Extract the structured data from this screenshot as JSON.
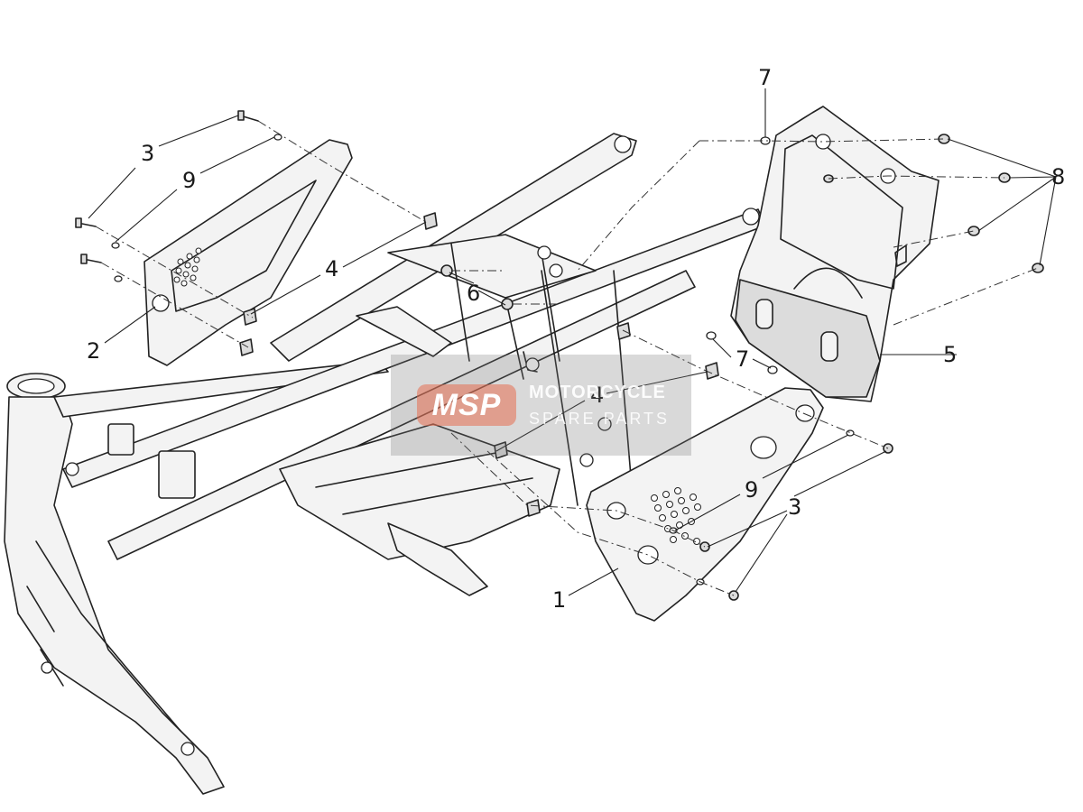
{
  "callouts": [
    "1",
    "2",
    "3",
    "3",
    "4",
    "4",
    "5",
    "6",
    "7",
    "7",
    "8",
    "9",
    "9"
  ],
  "watermark": {
    "logo": "MSP",
    "line1": "MOTORCYCLE",
    "line2": "SPARE PARTS"
  },
  "colors": {
    "line": "#222222",
    "watermark_logo": "#e66e50",
    "watermark_box": "#787878"
  }
}
